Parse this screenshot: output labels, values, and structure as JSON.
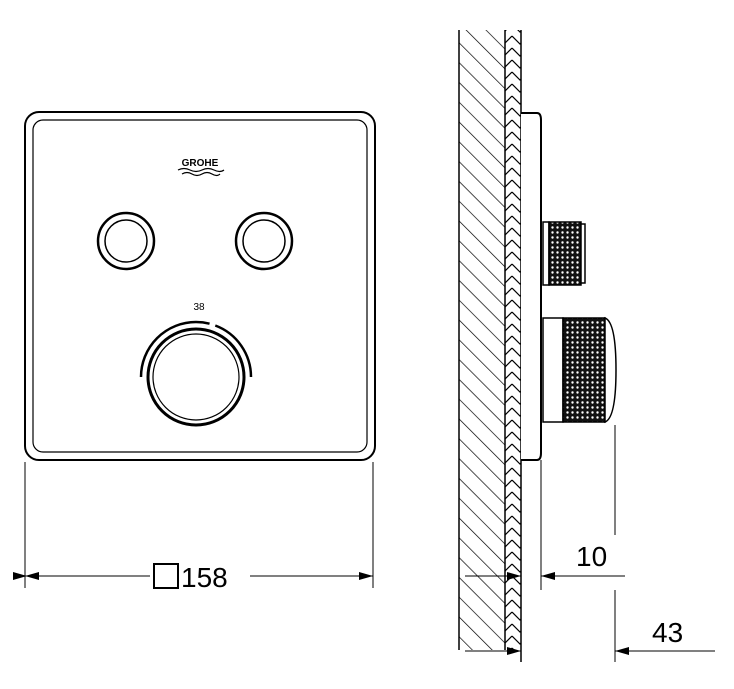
{
  "front_view": {
    "logo_text": "GROHE",
    "temperature_mark": "38",
    "width_dimension": "158",
    "square_symbol": "square-icon"
  },
  "side_view": {
    "projection_dimension_small": "10",
    "projection_dimension_large": "43"
  }
}
